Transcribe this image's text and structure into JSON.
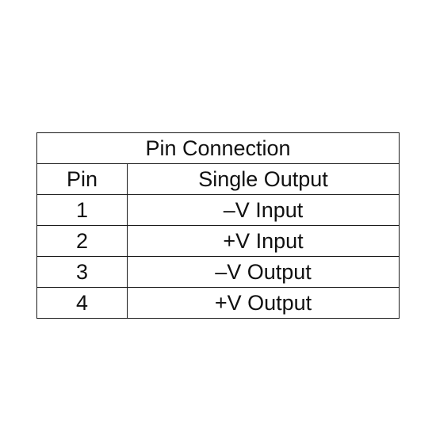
{
  "table": {
    "title": "Pin Connection",
    "headers": {
      "pin": "Pin",
      "output": "Single Output"
    },
    "rows": [
      {
        "pin": "1",
        "function": "–V Input"
      },
      {
        "pin": "2",
        "function": "+V Input"
      },
      {
        "pin": "3",
        "function": "–V Output"
      },
      {
        "pin": "4",
        "function": "+V Output"
      }
    ]
  }
}
